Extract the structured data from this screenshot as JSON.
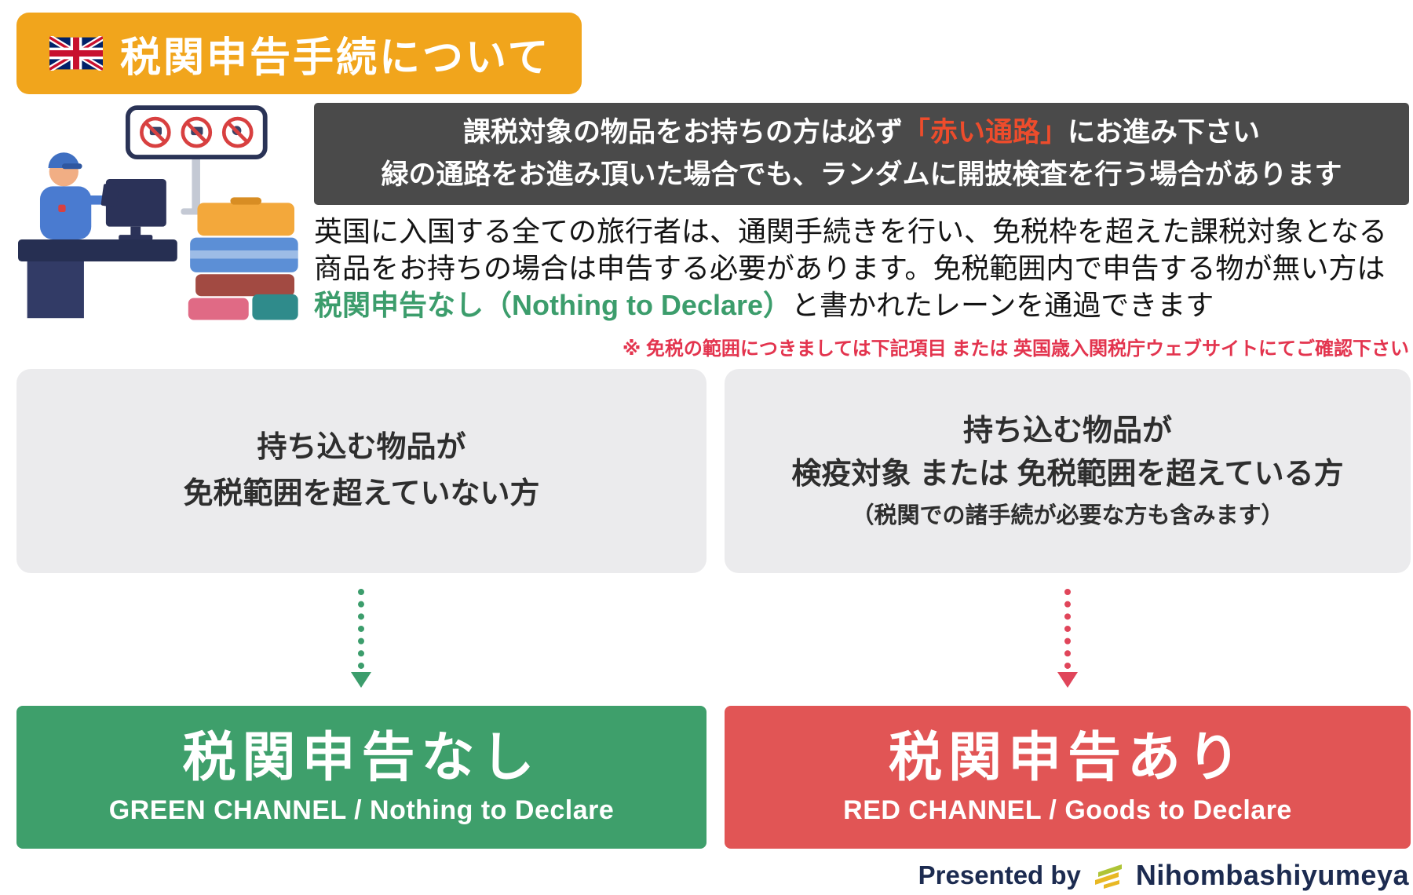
{
  "header": {
    "title": "税関申告手続について"
  },
  "notice": {
    "line1_pre": "課税対象の物品をお持ちの方は必ず",
    "line1_highlight": "「赤い通路」",
    "line1_post": "にお進み下さい",
    "line2": "緑の通路をお進み頂いた場合でも、ランダムに開披検査を行う場合があります"
  },
  "intro": {
    "text_pre": "英国に入国する全ての旅行者は、通関手続きを行い、免税枠を超えた課税対象となる商品をお持ちの場合は申告する必要があります。免税範囲内で申告する物が無い方は",
    "text_highlight": "税関申告なし（Nothing to Declare）",
    "text_post": "と書かれたレーンを通過できます",
    "note": "※ 免税の範囲につきましては下記項目 または 英国歳入関税庁ウェブサイトにてご確認下さい"
  },
  "conditions": {
    "green": {
      "line1": "持ち込む物品が",
      "line2": "免税範囲を超えていない方"
    },
    "red": {
      "line1": "持ち込む物品が",
      "line2": "検疫対象 または 免税範囲を超えている方",
      "line3": "（税関での諸手続が必要な方も含みます）"
    }
  },
  "channels": {
    "green": {
      "title": "税関申告なし",
      "subtitle": "GREEN CHANNEL / Nothing to Declare"
    },
    "red": {
      "title": "税関申告あり",
      "subtitle": "RED CHANNEL / Goods to Declare"
    }
  },
  "footer": {
    "presented_by": "Presented by",
    "brand": "Nihombashiyumeya"
  },
  "colors": {
    "header_bg": "#F1A51C",
    "notice_bg": "#4A4A4A",
    "red_highlight": "#ED4C2C",
    "green_highlight": "#3C9D6C",
    "note_red": "#E3344E",
    "condition_bg": "#EBEBED",
    "green_channel_bg": "#3E9F6B",
    "red_channel_bg": "#E15555",
    "brand_navy": "#1C2B50"
  },
  "icons": {
    "flag": "uk-flag-icon",
    "illustration": "customs-officer-illustration",
    "logo": "nihombashiyumeya-logo-icon"
  }
}
